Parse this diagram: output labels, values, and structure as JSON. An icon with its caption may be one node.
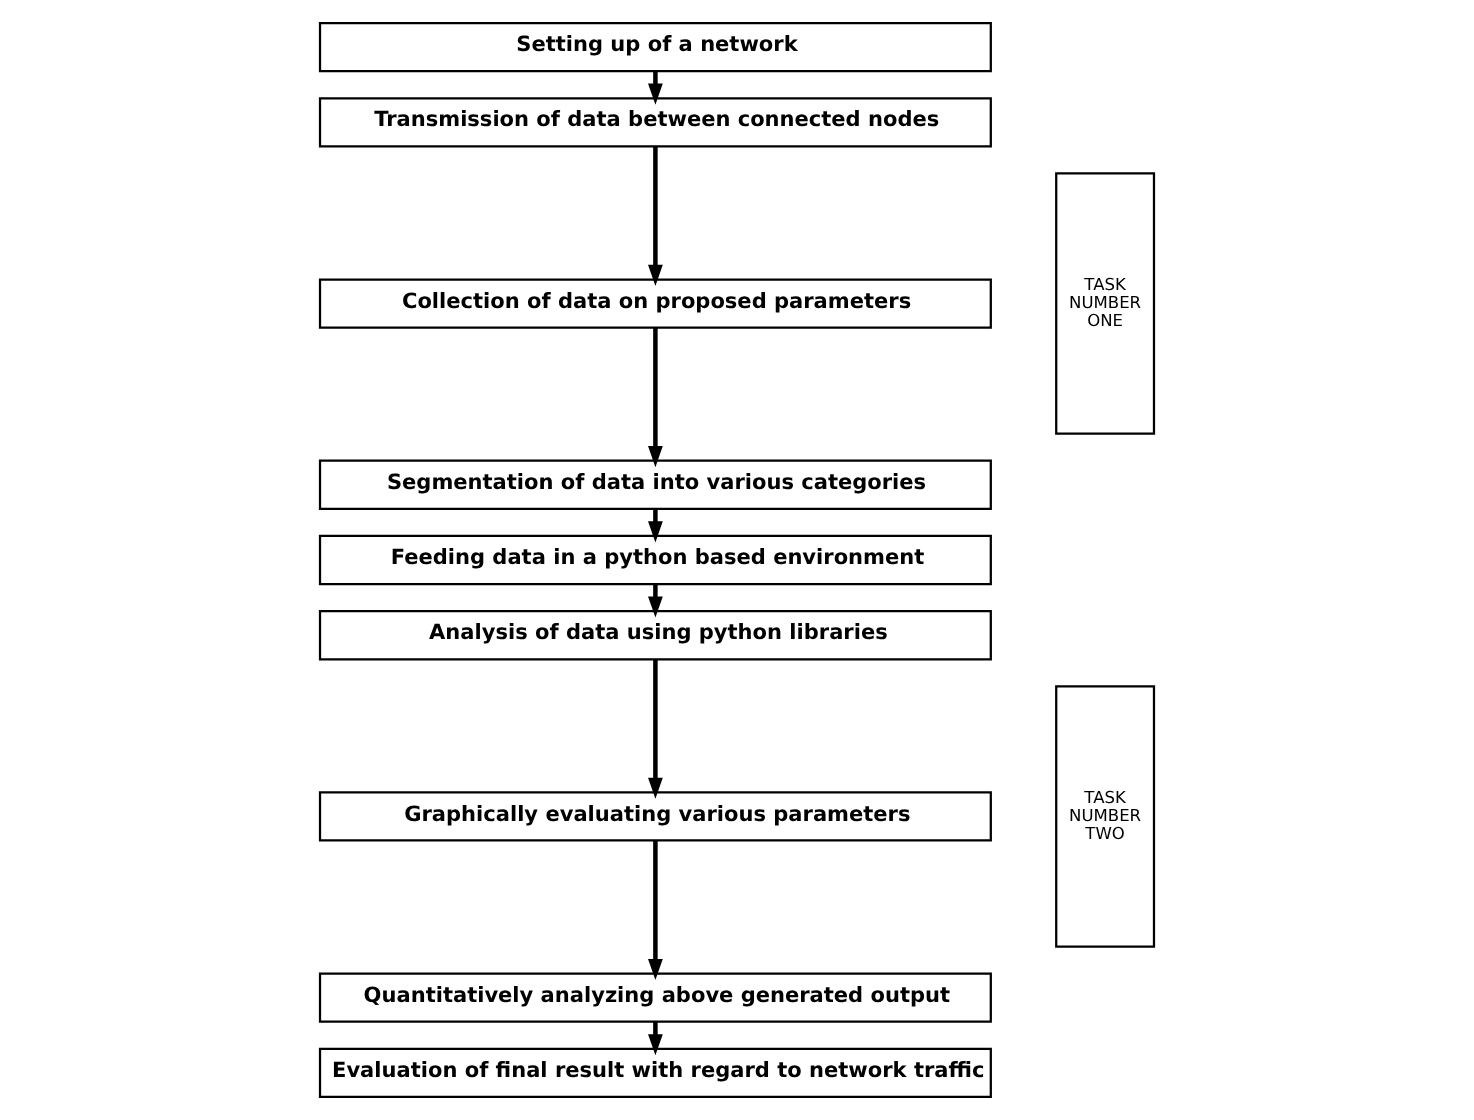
{
  "diagram": {
    "nodes": [
      {
        "text": [
          "Setting up of a network"
        ]
      },
      {
        "text": [
          "Transmission of data between connected nodes"
        ]
      },
      {
        "text": [
          "Collection of data on proposed parameters"
        ]
      },
      {
        "text": [
          "Segmentation of data into various categories"
        ]
      },
      {
        "text": [
          "Feeding data in a python based environment"
        ]
      },
      {
        "text": [
          "Analysis of data using python libraries"
        ]
      },
      {
        "text": [
          "Graphically evaluating various parameters"
        ]
      },
      {
        "text": [
          "Quantitatively analyzing above generated output"
        ]
      },
      {
        "text": [
          "Evaluation of final result with regard to network traffic"
        ]
      },
      {
        "text": [
          "TASK NUMBER ONE"
        ]
      },
      {
        "text": [
          "TASK NUMBER TWO"
        ]
      }
    ],
    "edges": [
      {
        "from": 0,
        "to": 1,
        "arrow": "to"
      },
      {
        "from": 1,
        "to": 2,
        "arrow": "to"
      },
      {
        "from": 2,
        "to": 3,
        "arrow": "to"
      },
      {
        "from": 3,
        "to": 4,
        "arrow": "to"
      },
      {
        "from": 4,
        "to": 5,
        "arrow": "to"
      },
      {
        "from": 5,
        "to": 6,
        "arrow": "to"
      },
      {
        "from": 6,
        "to": 7,
        "arrow": "to"
      },
      {
        "from": 7,
        "to": 8,
        "arrow": "to"
      }
    ]
  }
}
